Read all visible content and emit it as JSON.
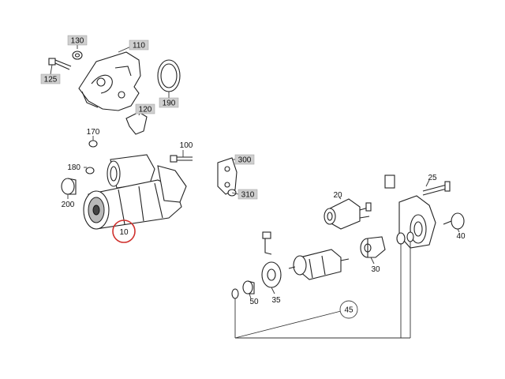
{
  "diagram": {
    "labels": {
      "p10": "10",
      "p20": "20",
      "p25": "25",
      "p30": "30",
      "p35": "35",
      "p40": "40",
      "p45": "45",
      "p50": "50",
      "p100": "100",
      "p110": "110",
      "p120": "120",
      "p125": "125",
      "p130": "130",
      "p170": "170",
      "p180": "180",
      "p190": "190",
      "p200": "200",
      "p300": "300",
      "p310": "310"
    },
    "highlight_color": "#d0312d",
    "label_box_color": "#cfcfcf"
  }
}
